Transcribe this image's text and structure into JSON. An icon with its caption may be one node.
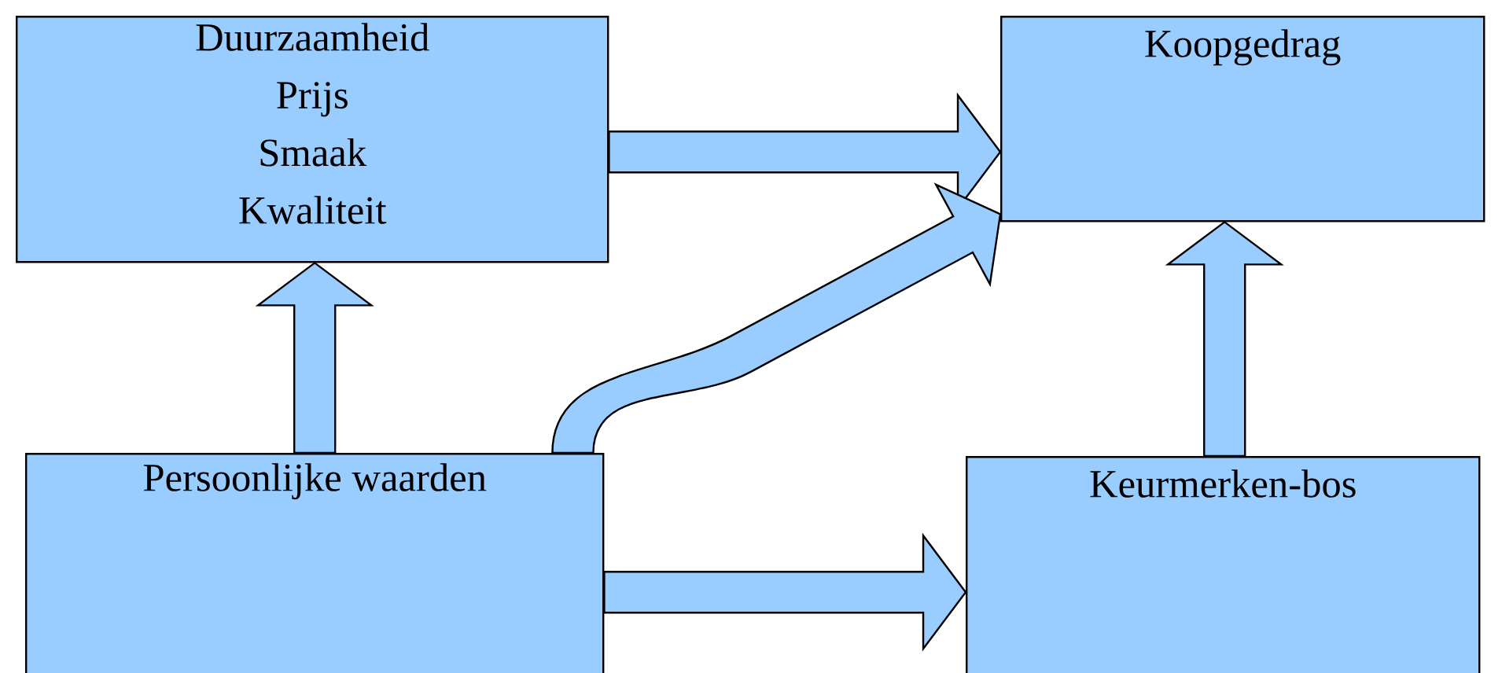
{
  "diagram": {
    "nodes": [
      {
        "text": [
          "Duurzaamheid",
          "Prijs",
          "Smaak",
          "Kwaliteit"
        ]
      },
      {
        "text": [
          "Koopgedrag"
        ]
      },
      {
        "text": [
          "Persoonlijke waarden"
        ]
      },
      {
        "text": [
          "Keurmerken-bos"
        ]
      }
    ],
    "edges": [
      {
        "from": 0,
        "to": 1,
        "arrow": "to"
      },
      {
        "from": 2,
        "to": 0,
        "arrow": "to"
      },
      {
        "from": 2,
        "to": 1,
        "arrow": "to"
      },
      {
        "from": 3,
        "to": 1,
        "arrow": "to"
      },
      {
        "from": 2,
        "to": 3,
        "arrow": "to"
      }
    ]
  }
}
